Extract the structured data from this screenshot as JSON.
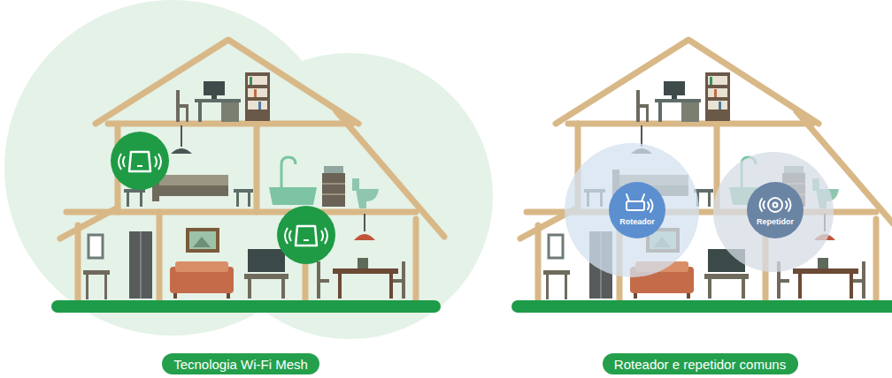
{
  "diagram": {
    "nodes": [
      {
        "text": [
          "Roteador"
        ]
      },
      {
        "text": [
          "Repetidor"
        ]
      },
      {
        "text": [
          "Tecnologia Wi-Fi Mesh"
        ]
      },
      {
        "text": [
          "Roteador e repetidor comuns"
        ]
      }
    ]
  }
}
